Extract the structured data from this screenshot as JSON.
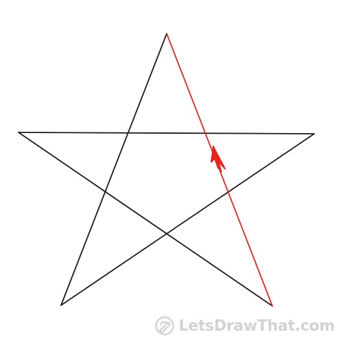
{
  "drawing": {
    "subject": "five-pointed star",
    "line_color": "#1a1a1a",
    "highlight_color": "#e8231c",
    "highlighted_stroke": "lower-right point to top point",
    "direction_marker": "arrow-up-icon"
  },
  "watermark": {
    "text": "LetsDrawThat.com",
    "color": "#d2d2d2",
    "logo_icon": "pencil-brush-logo-icon"
  }
}
